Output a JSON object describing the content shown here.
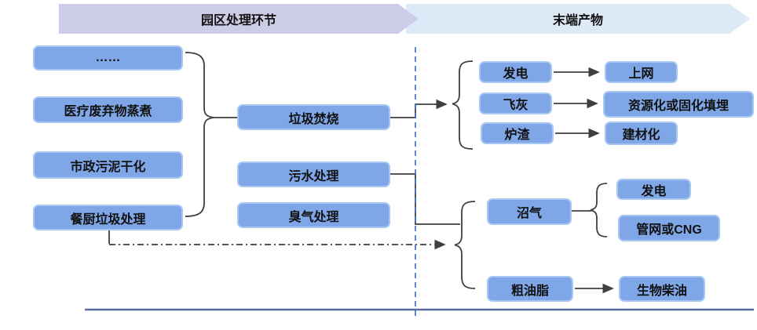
{
  "banners": {
    "process_stage": "园区处理环节",
    "end_products": "末端产物"
  },
  "sources": [
    {
      "label": "……"
    },
    {
      "label": "医疗废弃物蒸煮"
    },
    {
      "label": "市政污泥干化"
    },
    {
      "label": "餐厨垃圾处理"
    }
  ],
  "processes": [
    {
      "label": "垃圾焚烧"
    },
    {
      "label": "污水处理"
    },
    {
      "label": "臭气处理"
    }
  ],
  "incineration_outputs": [
    {
      "output": "发电",
      "destination": "上网"
    },
    {
      "output": "飞灰",
      "destination": "资源化或固化填埋"
    },
    {
      "output": "炉渣",
      "destination": "建材化"
    }
  ],
  "kitchen_waste_outputs": {
    "biogas": {
      "label": "沼气",
      "destinations": [
        {
          "label": "发电"
        },
        {
          "label": "管网或CNG"
        }
      ]
    },
    "crude_grease": {
      "label": "粗油脂",
      "destination": "生物柴油"
    }
  },
  "colors": {
    "box_fill": "#7fa7e8",
    "box_border": "#a9c7f3",
    "banner_process_fill": "#cdcce6",
    "banner_product_fill": "#dde9f6",
    "dashed_divider": "#4472c4",
    "baseline": "#5a6b9e",
    "connector": "#3f3f3f"
  }
}
